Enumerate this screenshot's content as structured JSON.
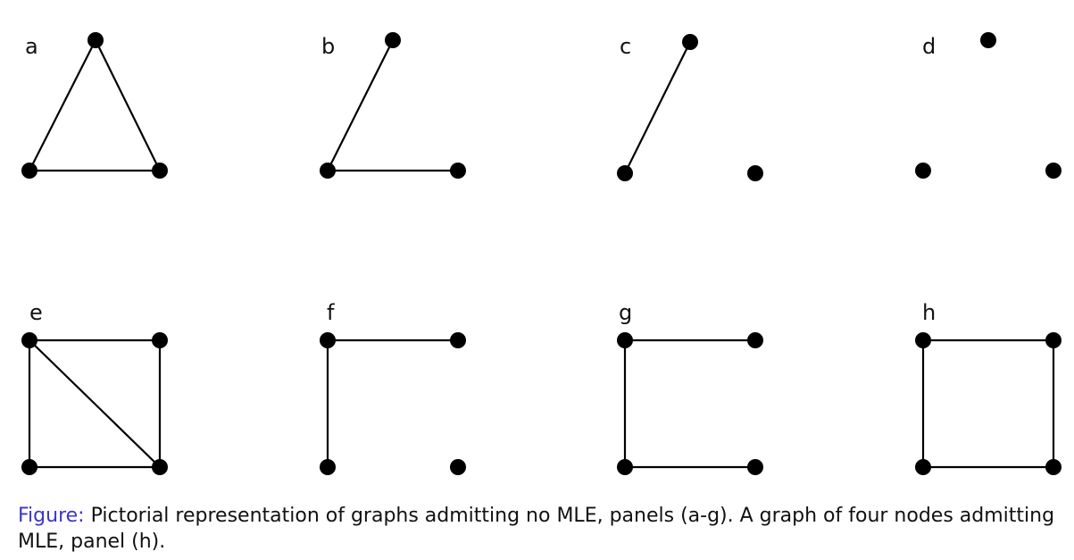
{
  "panels": [
    {
      "label": "a",
      "edges": [
        [
          0,
          1
        ],
        [
          1,
          2
        ],
        [
          0,
          2
        ]
      ],
      "isolated": []
    },
    {
      "label": "b",
      "edges": [
        [
          0,
          1
        ],
        [
          1,
          2
        ]
      ],
      "isolated": []
    },
    {
      "label": "c",
      "edges": [
        [
          0,
          1
        ]
      ],
      "isolated": [
        2
      ]
    },
    {
      "label": "d",
      "edges": [],
      "isolated": [
        0,
        1,
        2
      ]
    },
    {
      "label": "e",
      "edges": [
        [
          0,
          1
        ],
        [
          1,
          3
        ],
        [
          3,
          2
        ],
        [
          2,
          0
        ],
        [
          0,
          3
        ]
      ],
      "isolated": []
    },
    {
      "label": "f",
      "edges": [
        [
          0,
          1
        ],
        [
          0,
          2
        ]
      ],
      "isolated": [
        3
      ]
    },
    {
      "label": "g",
      "edges": [
        [
          0,
          1
        ],
        [
          0,
          2
        ],
        [
          2,
          3
        ]
      ],
      "isolated": []
    },
    {
      "label": "h",
      "edges": [
        [
          0,
          1
        ],
        [
          1,
          3
        ],
        [
          3,
          2
        ],
        [
          2,
          0
        ]
      ],
      "isolated": []
    }
  ],
  "colors": {
    "caption_label": "#3b36c8",
    "ink": "#000000"
  },
  "caption": {
    "label": "Figure:",
    "text": " Pictorial representation of graphs admitting no MLE, panels (a-g). A graph of four nodes admitting MLE, panel (h)."
  }
}
